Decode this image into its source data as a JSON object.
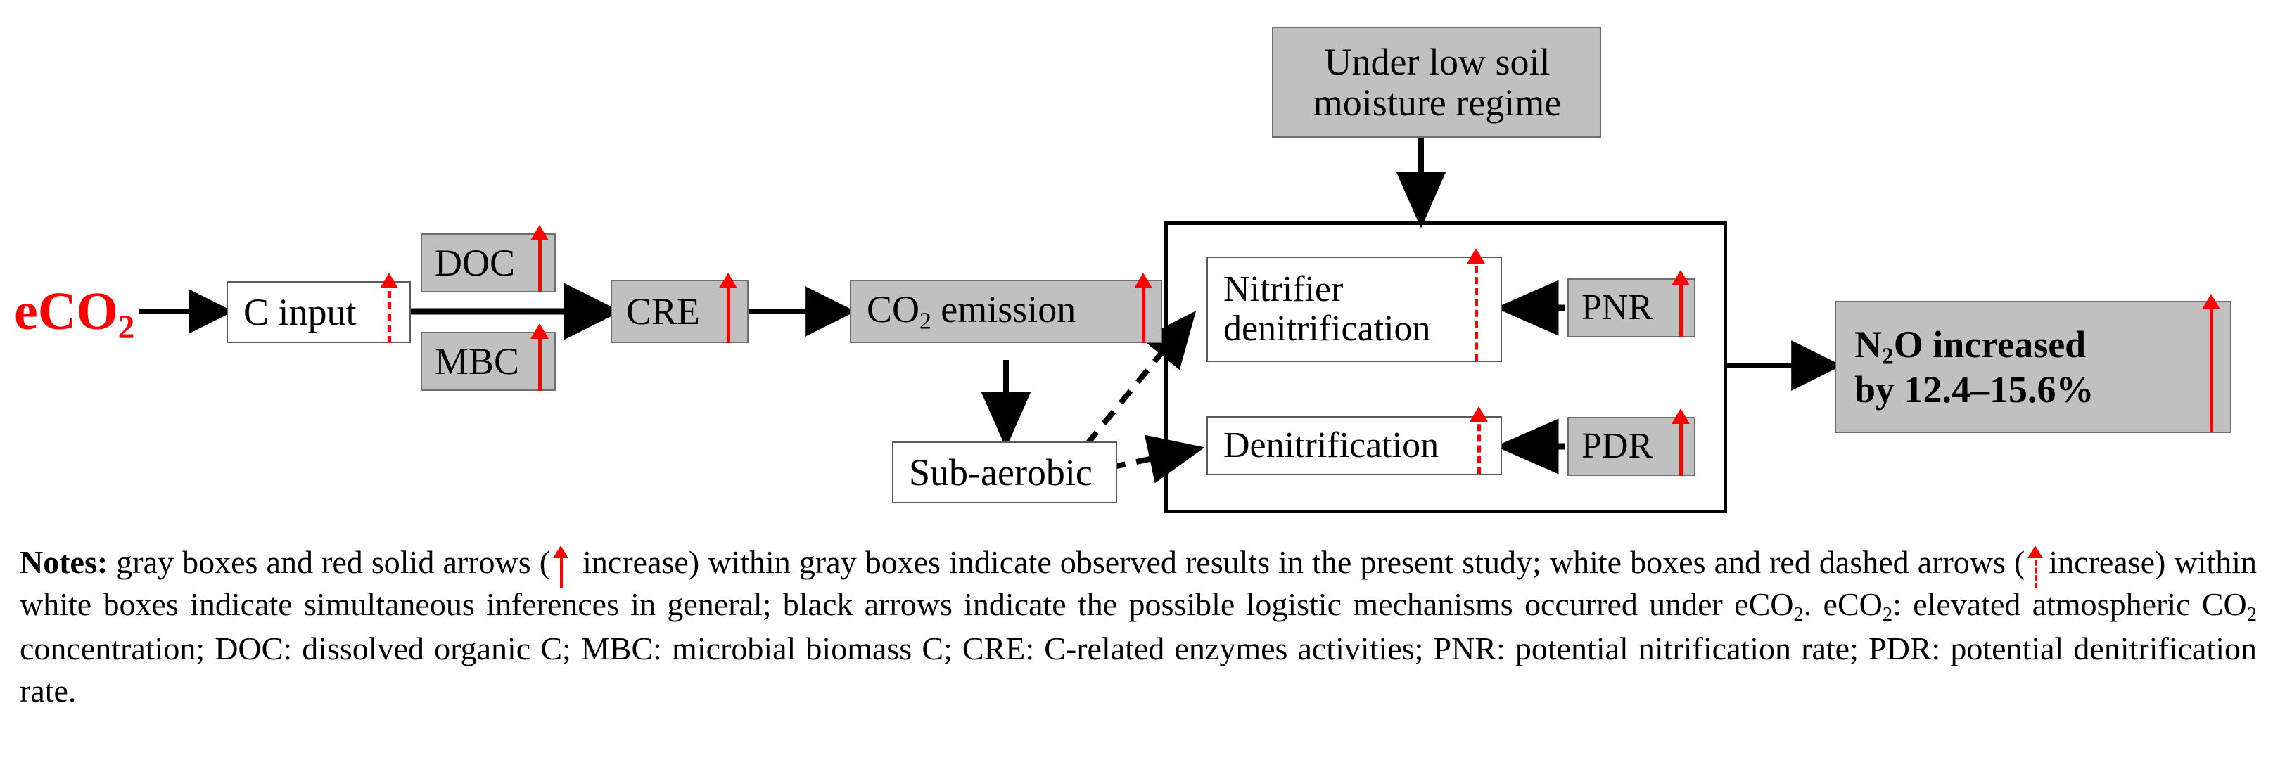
{
  "figure": {
    "colors": {
      "gray_box_fill": "#c0c0c0",
      "gray_box_border": "#6e6e6e",
      "white_box_fill": "#ffffff",
      "white_box_border": "#5a5a5a",
      "red_arrow": "#ff0000",
      "black_arrow": "#000000",
      "eco2_text": "#ff0000"
    },
    "source_label": "eCO",
    "source_sub": "2"
  },
  "nodes": {
    "c_input": {
      "label": "C input",
      "style": "white",
      "arrow": "dashed-up"
    },
    "doc": {
      "label": "DOC",
      "style": "gray",
      "arrow": "solid-up"
    },
    "mbc": {
      "label": "MBC",
      "style": "gray",
      "arrow": "solid-up"
    },
    "cre": {
      "label": "CRE",
      "style": "gray",
      "arrow": "solid-up"
    },
    "co2_emission": {
      "label": "CO",
      "sub": "2",
      "label2": " emission",
      "style": "gray",
      "arrow": "solid-up"
    },
    "sub_aerobic": {
      "label": "Sub-aerobic",
      "style": "white",
      "arrow": "none"
    },
    "low_moisture": {
      "line1": "Under low soil",
      "line2": "moisture regime",
      "style": "gray",
      "arrow": "none"
    },
    "nitrifier_denit": {
      "line1": "Nitrifier",
      "line2": "denitrification",
      "style": "white",
      "arrow": "dashed-up"
    },
    "denitrification": {
      "label": "Denitrification",
      "style": "white",
      "arrow": "dashed-up"
    },
    "pnr": {
      "label": "PNR",
      "style": "gray",
      "arrow": "solid-up"
    },
    "pdr": {
      "label": "PDR",
      "style": "gray",
      "arrow": "solid-up"
    },
    "n2o_result": {
      "line1": "N",
      "sub": "2",
      "line1b": "O increased",
      "line2": "by 12.4–15.6%",
      "style": "gray",
      "arrow": "solid-up"
    }
  },
  "notes": {
    "prefix": "Notes:",
    "seg1": " gray boxes and red solid arrows (",
    "seg2": " increase) within gray boxes indicate observed results in the present study; white boxes and red dashed arrows (",
    "seg3": "increase) within white boxes indicate simultaneous inferences in general; black arrows indicate the possible logistic mechanisms occurred under eCO",
    "seg3_sub": "2",
    "seg4": ". eCO",
    "seg4_sub": "2",
    "seg5": ": elevated atmospheric CO",
    "seg5_sub": "2",
    "seg6": " concentration; DOC: dissolved organic C; MBC: microbial biomass C; CRE: C-related enzymes activities; PNR: potential nitrification rate; PDR: potential denitrification rate."
  }
}
